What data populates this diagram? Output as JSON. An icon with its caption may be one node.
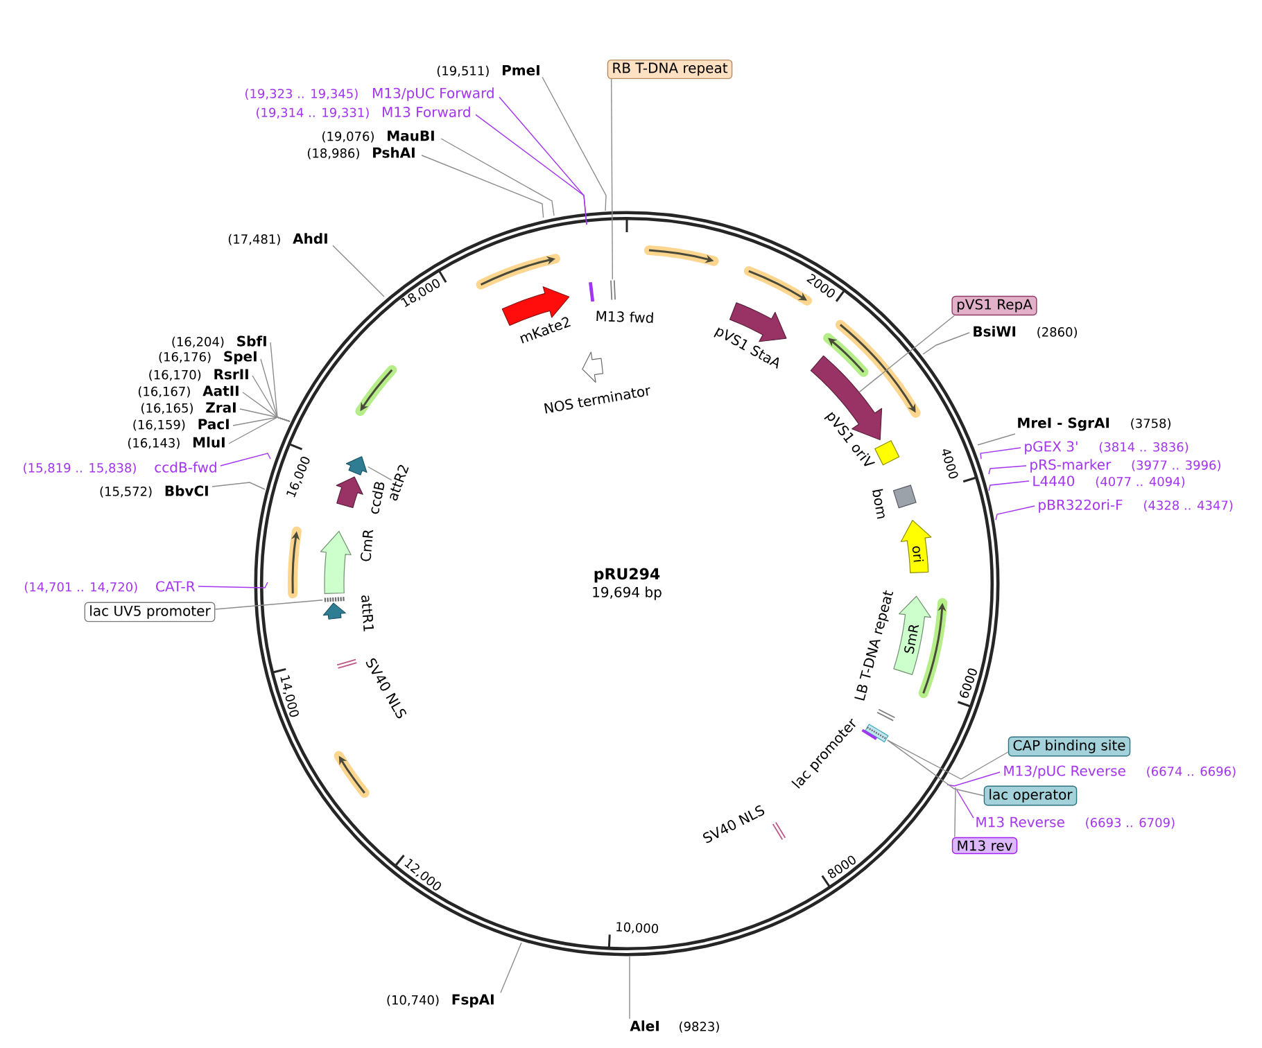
{
  "diagram": {
    "title": "pRU294",
    "nodes": [
      {
        "text": [
          "(19,511)",
          "PmeI"
        ]
      },
      {
        "text": [
          "RB T-DNA repeat"
        ]
      },
      {
        "text": [
          "(19,323 .. 19,345)",
          "M13/pUC Forward"
        ]
      },
      {
        "text": [
          "(19,314 .. 19,331)",
          "M13 Forward"
        ]
      },
      {
        "text": [
          "(19,076)",
          "MauBI"
        ]
      },
      {
        "text": [
          "(18,986)",
          "PshAI"
        ]
      },
      {
        "text": [
          "(17,481)",
          "AhdI"
        ]
      },
      {
        "text": [
          "pVS1 RepA"
        ]
      },
      {
        "text": [
          "BsiWI",
          "(2860)"
        ]
      },
      {
        "text": [
          "(16,204)",
          "SbfI"
        ]
      },
      {
        "text": [
          "(16,176)",
          "SpeI"
        ]
      },
      {
        "text": [
          "(16,170)",
          "RsrII"
        ]
      },
      {
        "text": [
          "(16,167)",
          "AatII"
        ]
      },
      {
        "text": [
          "(16,165)",
          "ZraI"
        ]
      },
      {
        "text": [
          "(16,159)",
          "PacI"
        ]
      },
      {
        "text": [
          "(16,143)",
          "MluI"
        ]
      },
      {
        "text": [
          "MreI - SgrAI",
          "(3758)"
        ]
      },
      {
        "text": [
          "pGEX 3'",
          "(3814 .. 3836)"
        ]
      },
      {
        "text": [
          "(15,819 .. 15,838)",
          "ccdB-fwd"
        ]
      },
      {
        "text": [
          "pRS-marker",
          "(3977 .. 3996)"
        ]
      },
      {
        "text": [
          "L4440",
          "(4077 .. 4094)"
        ]
      },
      {
        "text": [
          "(15,572)",
          "BbvCI"
        ]
      },
      {
        "text": [
          "pBR322ori-F",
          "(4328 .. 4347)"
        ]
      },
      {
        "text": [
          "(14,701 .. 14,720)",
          "CAT-R"
        ]
      },
      {
        "text": [
          "lac UV5 promoter"
        ]
      },
      {
        "text": [
          "CAP binding site"
        ]
      },
      {
        "text": [
          "M13/pUC Reverse",
          "(6674 .. 6696)"
        ]
      },
      {
        "text": [
          "lac operator"
        ]
      },
      {
        "text": [
          "M13 Reverse",
          "(6693 .. 6709)"
        ]
      },
      {
        "text": [
          "M13 rev"
        ]
      },
      {
        "text": [
          "(10,740)",
          "FspAI"
        ]
      },
      {
        "text": [
          "AleI",
          "(9823)"
        ]
      },
      {
        "text": [],
        "shape": "bar"
      },
      {
        "text": [],
        "shape": "arrow",
        "beside": [
          "mKate2"
        ]
      },
      {
        "text": [],
        "shape": "bar",
        "beside": [
          "M13 fwd"
        ]
      },
      {
        "text": [],
        "shape": "arrow",
        "beside": [
          "NOS terminator"
        ]
      },
      {
        "text": [],
        "shape": "arrow",
        "beside": [
          "pVS1 StaA"
        ]
      },
      {
        "text": [],
        "shape": "arrow"
      },
      {
        "text": [],
        "shape": "box",
        "beside": [
          "pVS1 oriV"
        ]
      },
      {
        "text": [],
        "shape": "box",
        "beside": [
          "bom"
        ]
      },
      {
        "text": [
          "ori"
        ]
      },
      {
        "text": [
          "SmR"
        ]
      },
      {
        "text": [],
        "shape": "bar",
        "beside": [
          "LB T-DNA repeat"
        ]
      },
      {
        "text": [],
        "shape": "bar",
        "beside": [
          "lac promoter"
        ]
      },
      {
        "text": [],
        "shape": "bar",
        "beside": [
          "SV40 NLS"
        ]
      },
      {
        "text": [
          "attR2"
        ]
      },
      {
        "text": [],
        "shape": "arrow"
      },
      {
        "text": [],
        "shape": "arrow",
        "beside": [
          "ccdB"
        ]
      },
      {
        "text": [],
        "shape": "arrow",
        "beside": [
          "CmR"
        ]
      },
      {
        "text": [],
        "shape": "bar"
      },
      {
        "text": [],
        "shape": "arrow",
        "beside": [
          "attR1"
        ]
      },
      {
        "text": [],
        "shape": "bar",
        "beside": [
          "SV40 NLS"
        ]
      }
    ],
    "edges": [
      {
        "from": 0,
        "to": null,
        "arrow": "none"
      },
      {
        "from": 1,
        "to": 32,
        "arrow": "none"
      },
      {
        "from": 2,
        "to": null,
        "arrow": "none",
        "color": "#a335f0"
      },
      {
        "from": 3,
        "to": null,
        "arrow": "none",
        "color": "#a335f0"
      },
      {
        "from": 4,
        "to": null,
        "arrow": "none"
      },
      {
        "from": 5,
        "to": null,
        "arrow": "none"
      },
      {
        "from": 6,
        "to": null,
        "arrow": "none"
      },
      {
        "from": 7,
        "to": 37,
        "arrow": "none"
      },
      {
        "from": 8,
        "to": null,
        "arrow": "none"
      },
      {
        "from": 9,
        "to": null,
        "arrow": "none"
      },
      {
        "from": 10,
        "to": null,
        "arrow": "none"
      },
      {
        "from": 11,
        "to": null,
        "arrow": "none"
      },
      {
        "from": 12,
        "to": null,
        "arrow": "none"
      },
      {
        "from": 13,
        "to": null,
        "arrow": "none"
      },
      {
        "from": 14,
        "to": null,
        "arrow": "none"
      },
      {
        "from": 15,
        "to": null,
        "arrow": "none"
      },
      {
        "from": 16,
        "to": null,
        "arrow": "none"
      },
      {
        "from": 17,
        "to": null,
        "arrow": "none",
        "color": "#a335f0"
      },
      {
        "from": 18,
        "to": null,
        "arrow": "none",
        "color": "#a335f0"
      },
      {
        "from": 19,
        "to": null,
        "arrow": "none",
        "color": "#a335f0"
      },
      {
        "from": 20,
        "to": null,
        "arrow": "none",
        "color": "#a335f0"
      },
      {
        "from": 21,
        "to": null,
        "arrow": "none"
      },
      {
        "from": 22,
        "to": null,
        "arrow": "none",
        "color": "#a335f0"
      },
      {
        "from": 23,
        "to": null,
        "arrow": "none",
        "color": "#a335f0"
      },
      {
        "from": 24,
        "to": 49,
        "arrow": "none"
      },
      {
        "from": 25,
        "to": 43,
        "arrow": "none"
      },
      {
        "from": 26,
        "to": null,
        "arrow": "none",
        "color": "#a335f0"
      },
      {
        "from": 27,
        "to": 43,
        "arrow": "none"
      },
      {
        "from": 28,
        "to": null,
        "arrow": "none",
        "color": "#a335f0"
      },
      {
        "from": 29,
        "to": null,
        "arrow": "none"
      },
      {
        "from": 30,
        "to": null,
        "arrow": "none"
      },
      {
        "from": 31,
        "to": null,
        "arrow": "none"
      },
      {
        "from": 45,
        "to": 46,
        "arrow": "none"
      }
    ],
    "labels": [
      "19,694 bp",
      "2000",
      "4000",
      "6000",
      "8000",
      "10,000",
      "12,000",
      "14,000",
      "16,000",
      "18,000"
    ]
  }
}
